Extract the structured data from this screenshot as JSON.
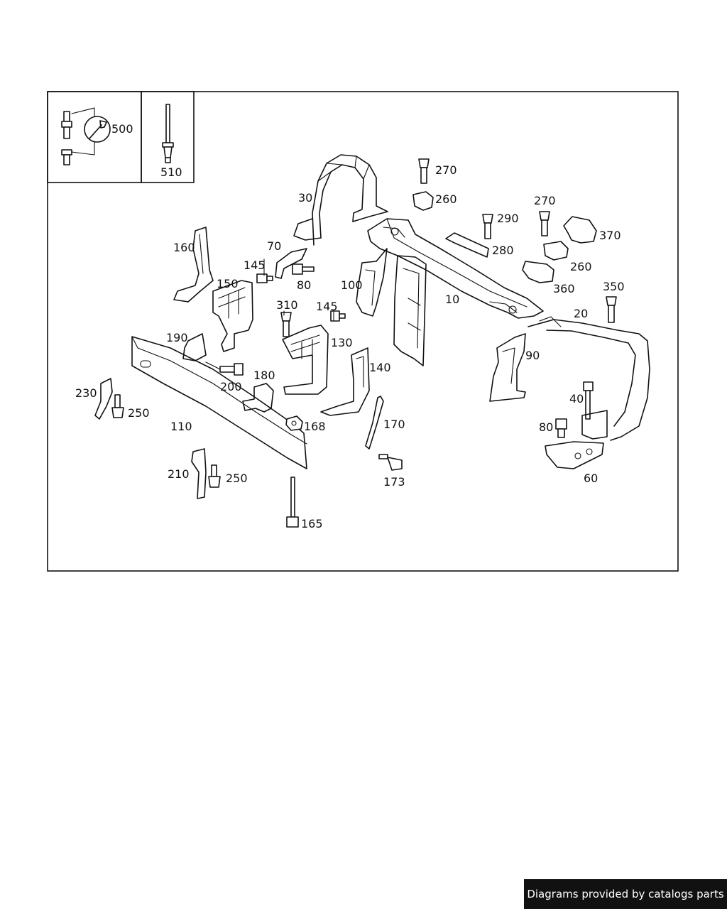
{
  "labels": {
    "p10": "10",
    "p20": "20",
    "p30": "30",
    "p40": "40",
    "p60": "60",
    "p70": "70",
    "p80a": "80",
    "p80b": "80",
    "p90": "90",
    "p100": "100",
    "p110": "110",
    "p130": "130",
    "p140": "140",
    "p145a": "145",
    "p145b": "145",
    "p150": "150",
    "p160": "160",
    "p165": "165",
    "p168": "168",
    "p170": "170",
    "p173": "173",
    "p180": "180",
    "p190": "190",
    "p200": "200",
    "p210": "210",
    "p230": "230",
    "p250a": "250",
    "p250b": "250",
    "p260a": "260",
    "p260b": "260",
    "p270a": "270",
    "p270b": "270",
    "p280": "280",
    "p290": "290",
    "p310": "310",
    "p350": "350",
    "p360": "360",
    "p370": "370",
    "p500": "500",
    "p510": "510"
  },
  "footer": {
    "credit": "Diagrams provided by catalogs parts"
  }
}
